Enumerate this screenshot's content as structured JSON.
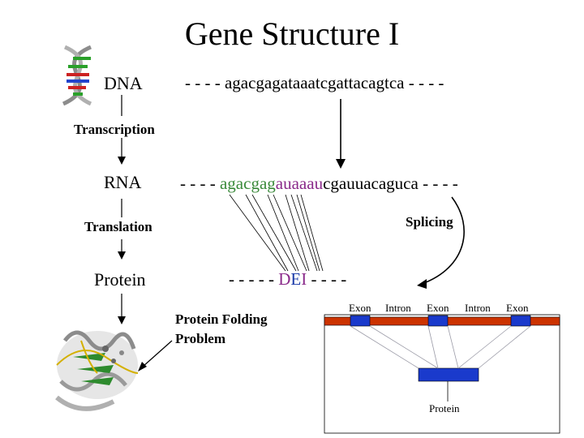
{
  "title": "Gene Structure I",
  "labels": {
    "dna": "DNA",
    "transcription": "Transcription",
    "rna": "RNA",
    "translation": "Translation",
    "protein": "Protein",
    "splicing": "Splicing",
    "folding": "Protein Folding",
    "problem": "Problem"
  },
  "sequences": {
    "dna": "- - - - agacgagataaatcgattacagtca - - - -",
    "rna_prefix": "- - - - ",
    "rna_exon1": "agacgag",
    "rna_intron": "auaaau",
    "rna_rest": "cgauuacaguca - - - -",
    "protein_prefix": "- - - - - ",
    "protein_d": "D",
    "protein_e": "E",
    "protein_i": "I",
    "protein_suffix": " - - - -"
  },
  "splice_diagram": {
    "segments": [
      "Exon",
      "Intron",
      "Exon",
      "Intron",
      "Exon"
    ],
    "result": "Protein"
  },
  "colors": {
    "gene_bar": "#cc3300",
    "exon_box": "#1a3acc",
    "rna_exon": "#3a8a3a",
    "rna_intron": "#8a2a8a"
  },
  "icons": [
    "dna-helix-icon",
    "protein-structure-icon"
  ]
}
